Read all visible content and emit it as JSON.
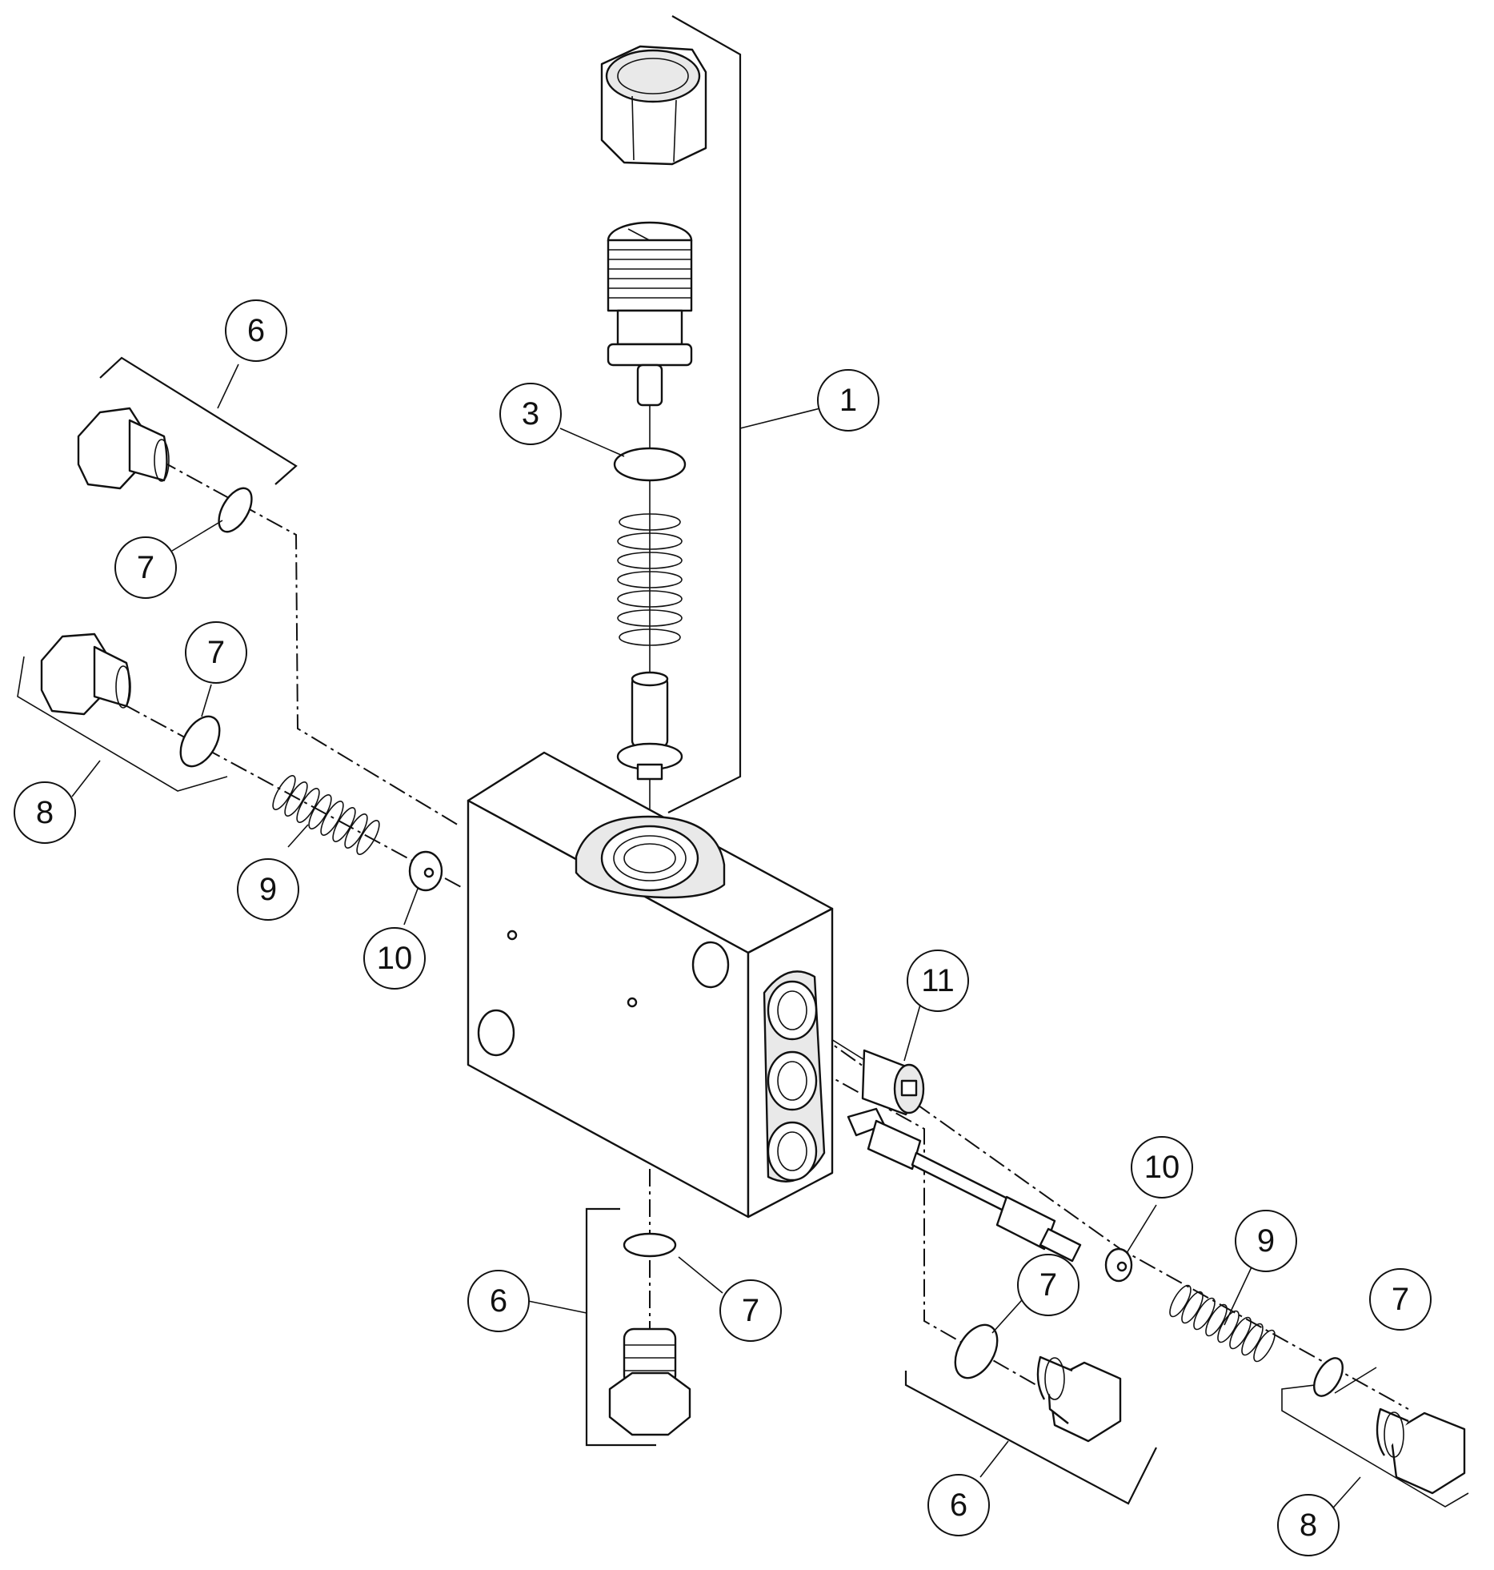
{
  "callouts": [
    {
      "id": "c1",
      "number": "1"
    },
    {
      "id": "c2",
      "number": "3"
    },
    {
      "id": "c3",
      "number": "6"
    },
    {
      "id": "c4",
      "number": "7"
    },
    {
      "id": "c5",
      "number": "7"
    },
    {
      "id": "c6",
      "number": "8"
    },
    {
      "id": "c7",
      "number": "9"
    },
    {
      "id": "c8",
      "number": "10"
    },
    {
      "id": "c9",
      "number": "11"
    },
    {
      "id": "c10",
      "number": "10"
    },
    {
      "id": "c11",
      "number": "9"
    },
    {
      "id": "c12",
      "number": "7"
    },
    {
      "id": "c13",
      "number": "7"
    },
    {
      "id": "c14",
      "number": "6"
    },
    {
      "id": "c15",
      "number": "7"
    },
    {
      "id": "c16",
      "number": "6"
    },
    {
      "id": "c17",
      "number": "8"
    }
  ],
  "colors": {
    "line": "#111111",
    "background": "#ffffff"
  }
}
